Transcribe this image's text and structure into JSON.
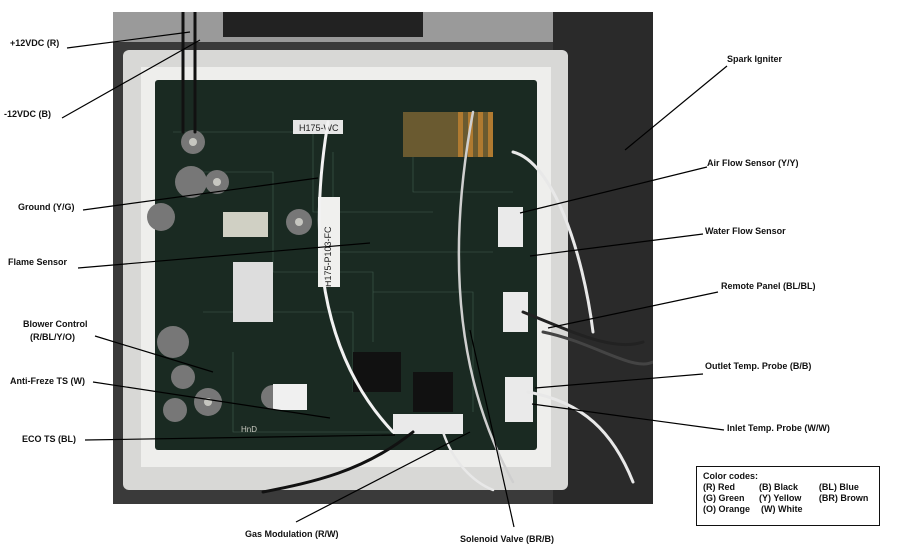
{
  "labels": {
    "plus12": "+12VDC (R)",
    "minus12": "-12VDC (B)",
    "ground": "Ground (Y/G)",
    "flame": "Flame Sensor",
    "blower_1": "Blower Control",
    "blower_2": "(R/BL/Y/O)",
    "antifreeze": "Anti-Freze TS (W)",
    "eco": "ECO TS (BL)",
    "gas": "Gas Modulation (R/W)",
    "solenoid": "Solenoid Valve (BR/B)",
    "spark": "Spark Igniter",
    "airflow": "Air Flow Sensor (Y/Y)",
    "waterflow": "Water Flow Sensor",
    "remote": "Remote Panel (BL/BL)",
    "outlet": "Outlet Temp. Probe (B/B)",
    "inlet": "Inlet Temp. Probe (W/W)"
  },
  "board_text": {
    "silk_1": "H175-WC",
    "silk_2": "H175-P103-FC",
    "silk_3": "HnD"
  },
  "legend": {
    "title": "Color codes:",
    "rows": [
      [
        "(R) Red",
        "(B) Black",
        "(BL) Blue"
      ],
      [
        "(G) Green",
        "(Y) Yellow",
        "(BR) Brown"
      ],
      [
        "(O) Orange",
        "(W) White",
        ""
      ]
    ]
  }
}
